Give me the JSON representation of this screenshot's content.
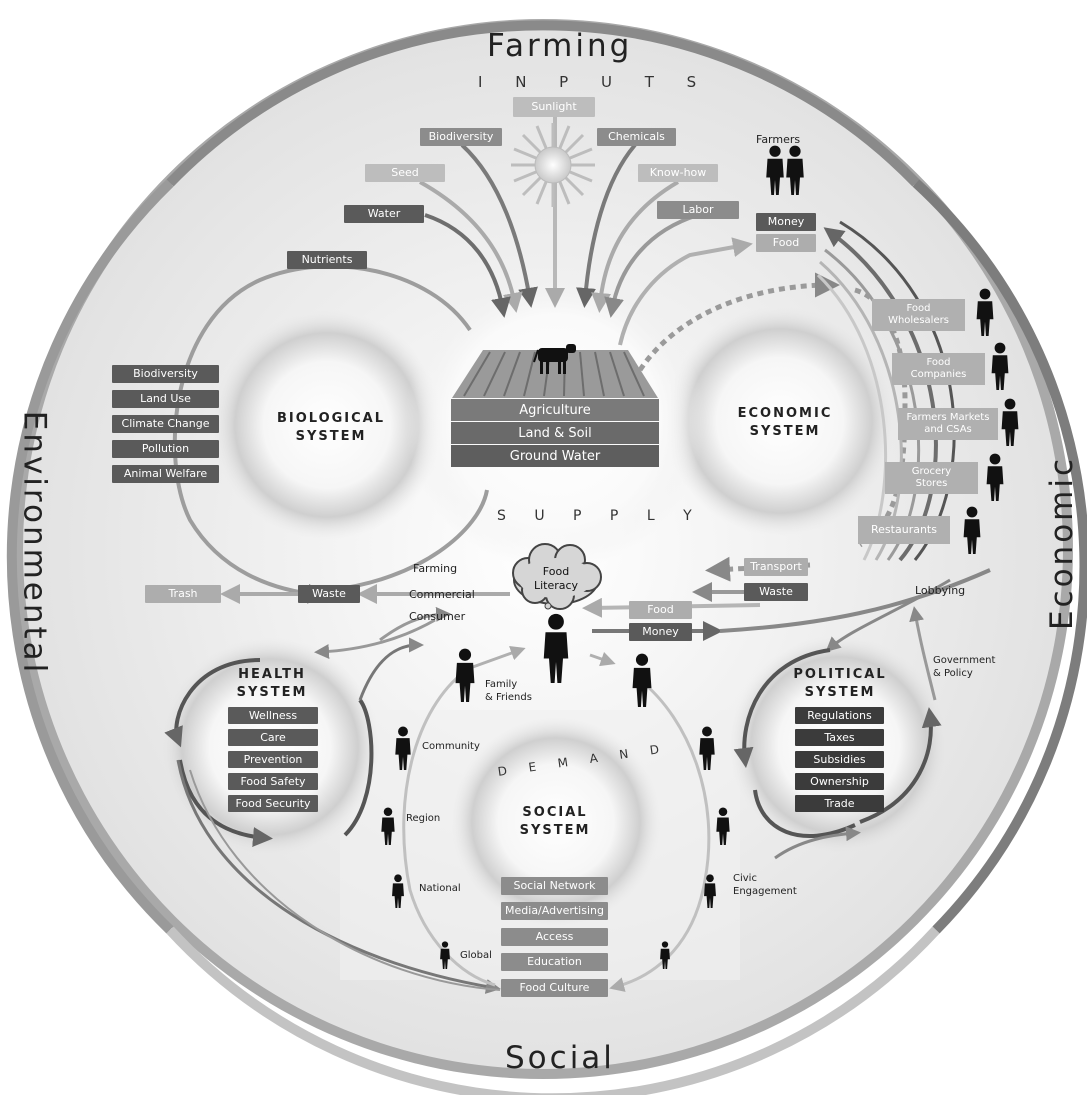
{
  "ring": {
    "top": "Farming",
    "left": "Environmental",
    "bottom": "Social",
    "right": "Economic"
  },
  "inputs_heading": "I N P U T S",
  "inputs": [
    "Sunlight",
    "Biodiversity",
    "Chemicals",
    "Seed",
    "Know-how",
    "Water",
    "Labor",
    "Nutrients"
  ],
  "farmers_label": "Farmers",
  "farm_flow": [
    "Money",
    "Food"
  ],
  "soil_layers": [
    "Agriculture",
    "Land & Soil",
    "Ground Water"
  ],
  "systems": {
    "biological": "BIOLOGICAL\nSYSTEM",
    "economic": "ECONOMIC\nSYSTEM",
    "health": "HEALTH\nSYSTEM",
    "political": "POLITICAL\nSYSTEM",
    "social": "SOCIAL\nSYSTEM"
  },
  "environment_issues": [
    "Biodiversity",
    "Land Use",
    "Climate Change",
    "Pollution",
    "Animal Welfare"
  ],
  "supply_word": "S U P P L Y",
  "demand_word": "D E M A N D",
  "supply_chain": [
    "Food\nWholesalers",
    "Food\nCompanies",
    "Farmers Markets\nand CSAs",
    "Grocery\nStores",
    "Restaurants"
  ],
  "transport_label": "Transport",
  "waste_label": "Waste",
  "trash_label": "Trash",
  "lobbying_label": "Lobbying",
  "waste_sources": [
    "Farming",
    "Commercial",
    "Consumer"
  ],
  "food_literacy": "Food\nLiteracy",
  "consumer_flow": [
    "Food",
    "Money"
  ],
  "health_items": [
    "Wellness",
    "Care",
    "Prevention",
    "Food Safety",
    "Food Security"
  ],
  "political_items": [
    "Regulations",
    "Taxes",
    "Subsidies",
    "Ownership",
    "Trade"
  ],
  "gov_label": "Government\n& Policy",
  "civic_label": "Civic\nEngagement",
  "social_scales": [
    "Family\n& Friends",
    "Community",
    "Region",
    "National",
    "Global"
  ],
  "social_items": [
    "Social Network",
    "Media/Advertising",
    "Access",
    "Education",
    "Food Culture"
  ]
}
